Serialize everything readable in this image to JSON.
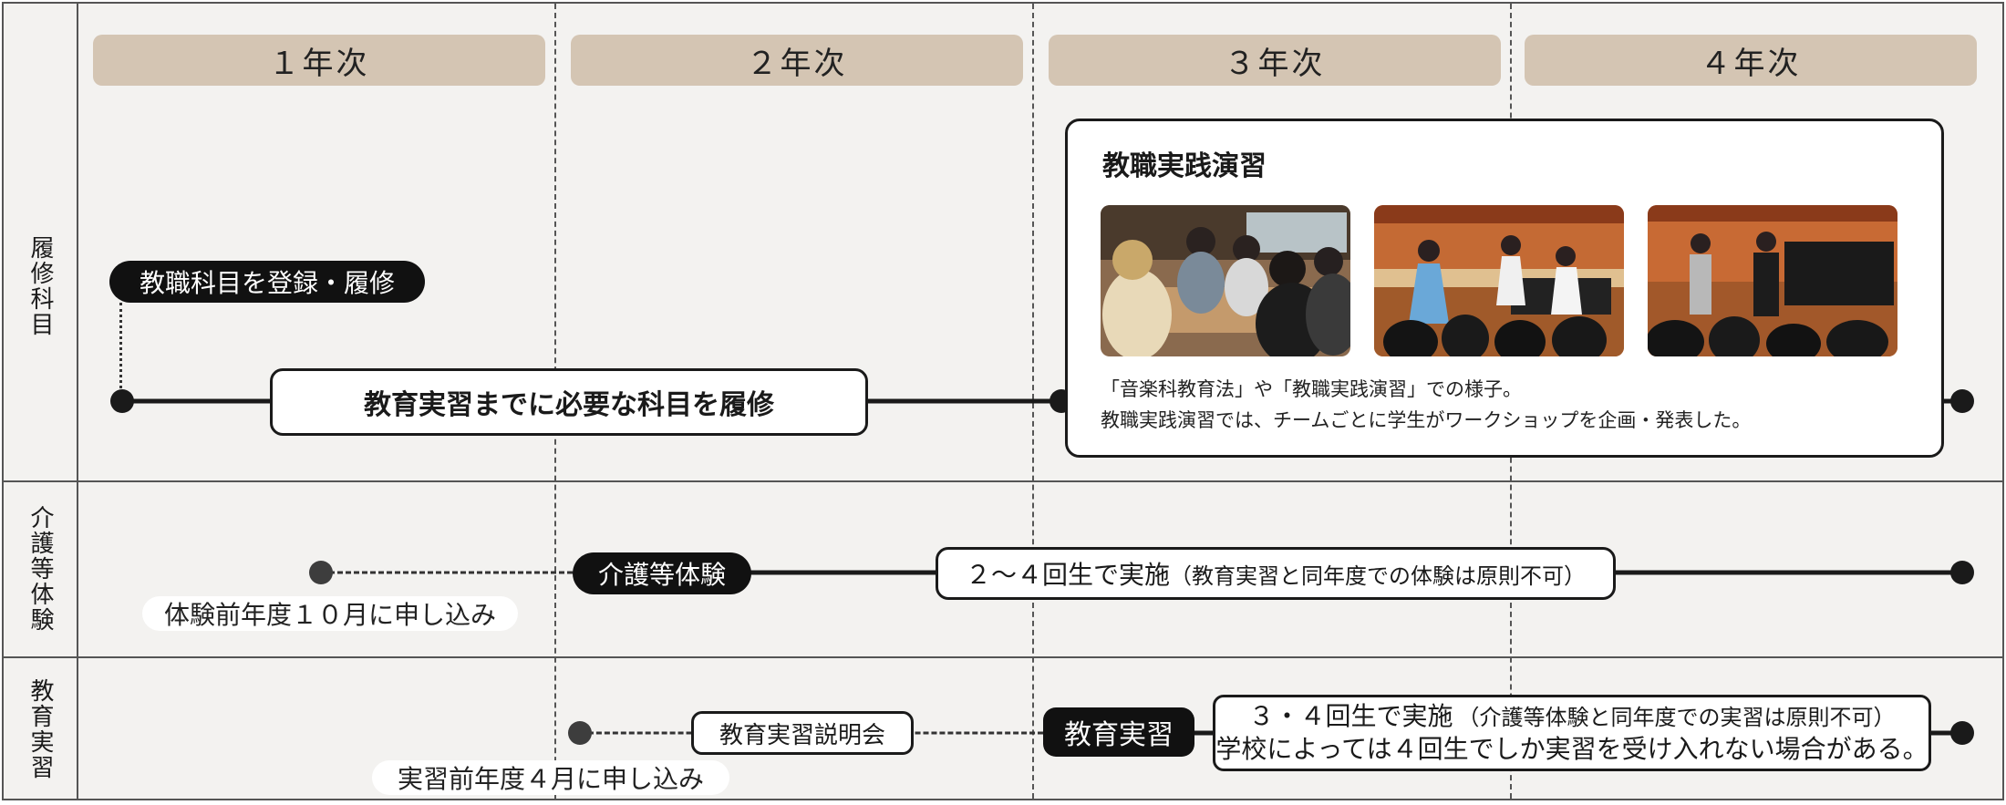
{
  "years": [
    "１年次",
    "２年次",
    "３年次",
    "４年次"
  ],
  "rows": {
    "courses": "履修科目",
    "care": "介護等体験",
    "practicum": "教育実習"
  },
  "courses": {
    "register": "教職科目を登録・履修",
    "required": "教育実習までに必要な科目を履修",
    "card_title": "教職実践演習",
    "caption_line1": "「音楽科教育法」や「教職実践演習」での様子。",
    "caption_line2": "教職実践演習では、チームごとに学生がワークショップを企画・発表した。"
  },
  "care": {
    "apply": "体験前年度１０月に申し込み",
    "label": "介護等体験",
    "period_main": "２〜４回生で実施",
    "period_note": "（教育実習と同年度での体験は原則不可）"
  },
  "practicum": {
    "briefing": "教育実習説明会",
    "apply": "実習前年度４月に申し込み",
    "label": "教育実習",
    "period_main": "３・４回生で実施",
    "period_note": "（介護等体験と同年度での実習は原則不可）",
    "period_line2": "学校によっては４回生でしか実習を受け入れない場合がある。"
  },
  "colors": {
    "background": "#f3f2f0",
    "year_header": "#d4c5b3",
    "line": "#1a1a1a",
    "pill": "#111111"
  }
}
